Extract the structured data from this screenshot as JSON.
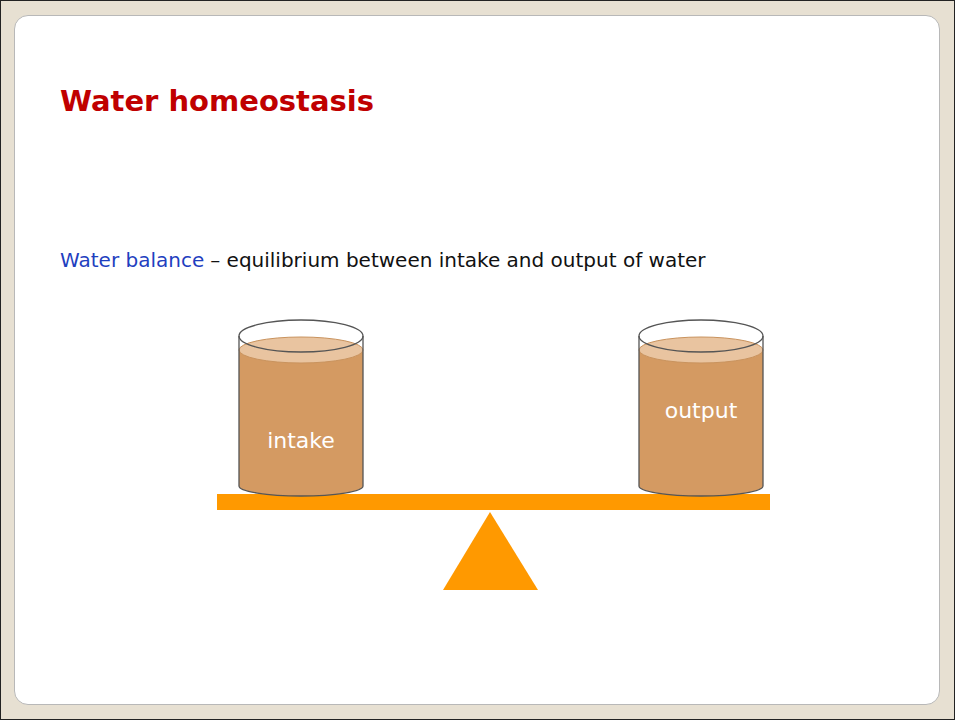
{
  "diagram": {
    "title": "Water homeostasis",
    "nodes": [
      {
        "text": [
          "intake"
        ]
      },
      {
        "text": [
          "output"
        ]
      }
    ],
    "labels": [
      "Water balance",
      "– equilibrium between intake and output of water"
    ]
  }
}
